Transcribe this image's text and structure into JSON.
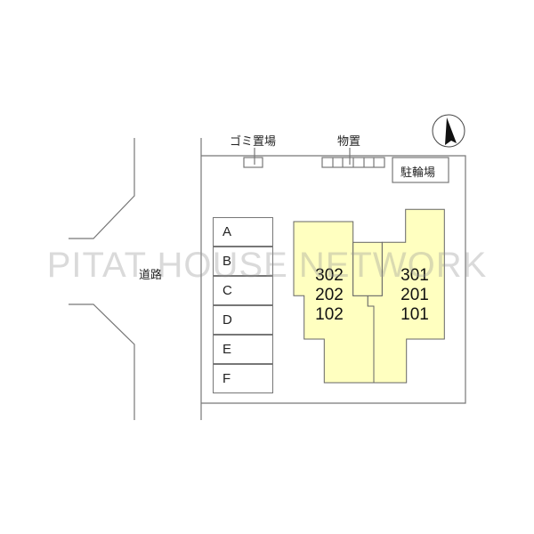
{
  "labels": {
    "garbage": "ゴミ置場",
    "storage": "物置",
    "bicycle": "駐輪場",
    "road": "道路"
  },
  "parking": [
    "A",
    "B",
    "C",
    "D",
    "E",
    "F"
  ],
  "buildings": [
    {
      "units": [
        "302",
        "202",
        "102"
      ]
    },
    {
      "units": [
        "301",
        "201",
        "101"
      ]
    }
  ],
  "watermark": "PITAT HOUSE NETWORK",
  "colors": {
    "building": "#ffffc0",
    "line": "#777777"
  },
  "icons": {
    "compass": "north-arrow-icon"
  }
}
